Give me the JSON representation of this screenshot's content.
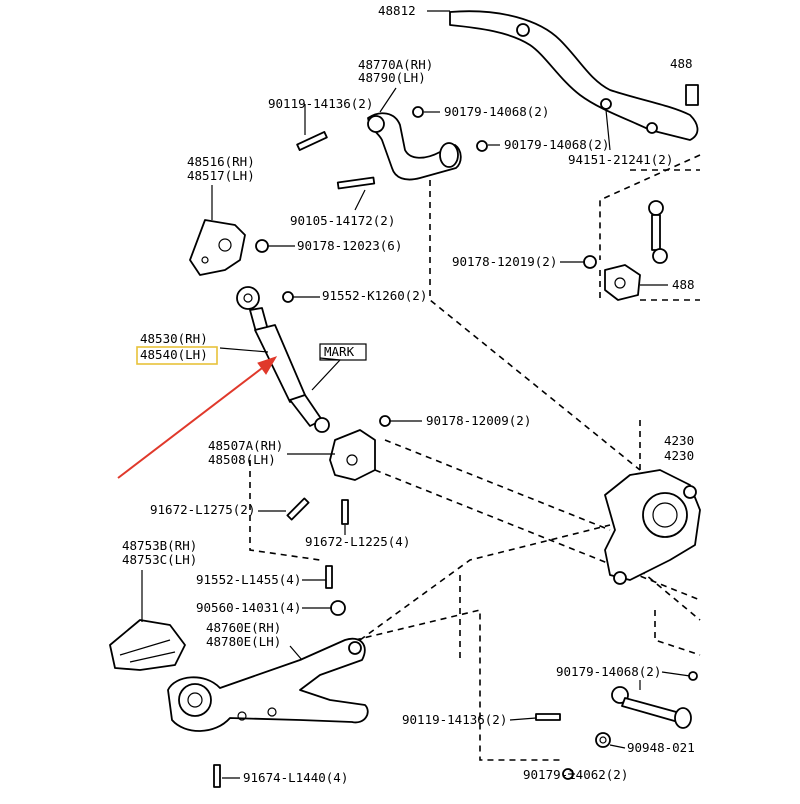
{
  "diagram": {
    "labels": {
      "p48812": "48812",
      "p488_top": "488",
      "p48770a": "48770A(RH)",
      "p48790": "48790(LH)",
      "p90119_top": "90119-14136(2)",
      "p90179_a": "90179-14068(2)",
      "p90179_b": "90179-14068(2)",
      "p94151": "94151-21241(2)",
      "p48516": "48516(RH)",
      "p48517": "48517(LH)",
      "p90105": "90105-14172(2)",
      "p90178_6": "90178-12023(6)",
      "p90178_2": "90178-12019(2)",
      "p488_mid": "488",
      "p91552_k": "91552-K1260(2)",
      "p48530": "48530(RH)",
      "p48540": "48540(LH)",
      "mark": "MARK",
      "p90178_12009": "90178-12009(2)",
      "p48507a": "48507A(RH)",
      "p48508": "48508(LH)",
      "p4230_a": "4230",
      "p4230_b": "4230",
      "p91672_l1275": "91672-L1275(2)",
      "p91672_l1225": "91672-L1225(4)",
      "p48753b": "48753B(RH)",
      "p48753c": "48753C(LH)",
      "p91552_l1455": "91552-L1455(4)",
      "p90560": "90560-14031(4)",
      "p48760e": "48760E(RH)",
      "p48780e": "48780E(LH)",
      "p90179_c": "90179-14068(2)",
      "p90119_bot": "90119-14136(2)",
      "p90948": "90948-021",
      "p91674": "91674-L1440(4)",
      "p90179_d": "90179-14062(2)"
    },
    "highlight_color": "#e8c23a",
    "arrow_color": "#e0392b"
  }
}
